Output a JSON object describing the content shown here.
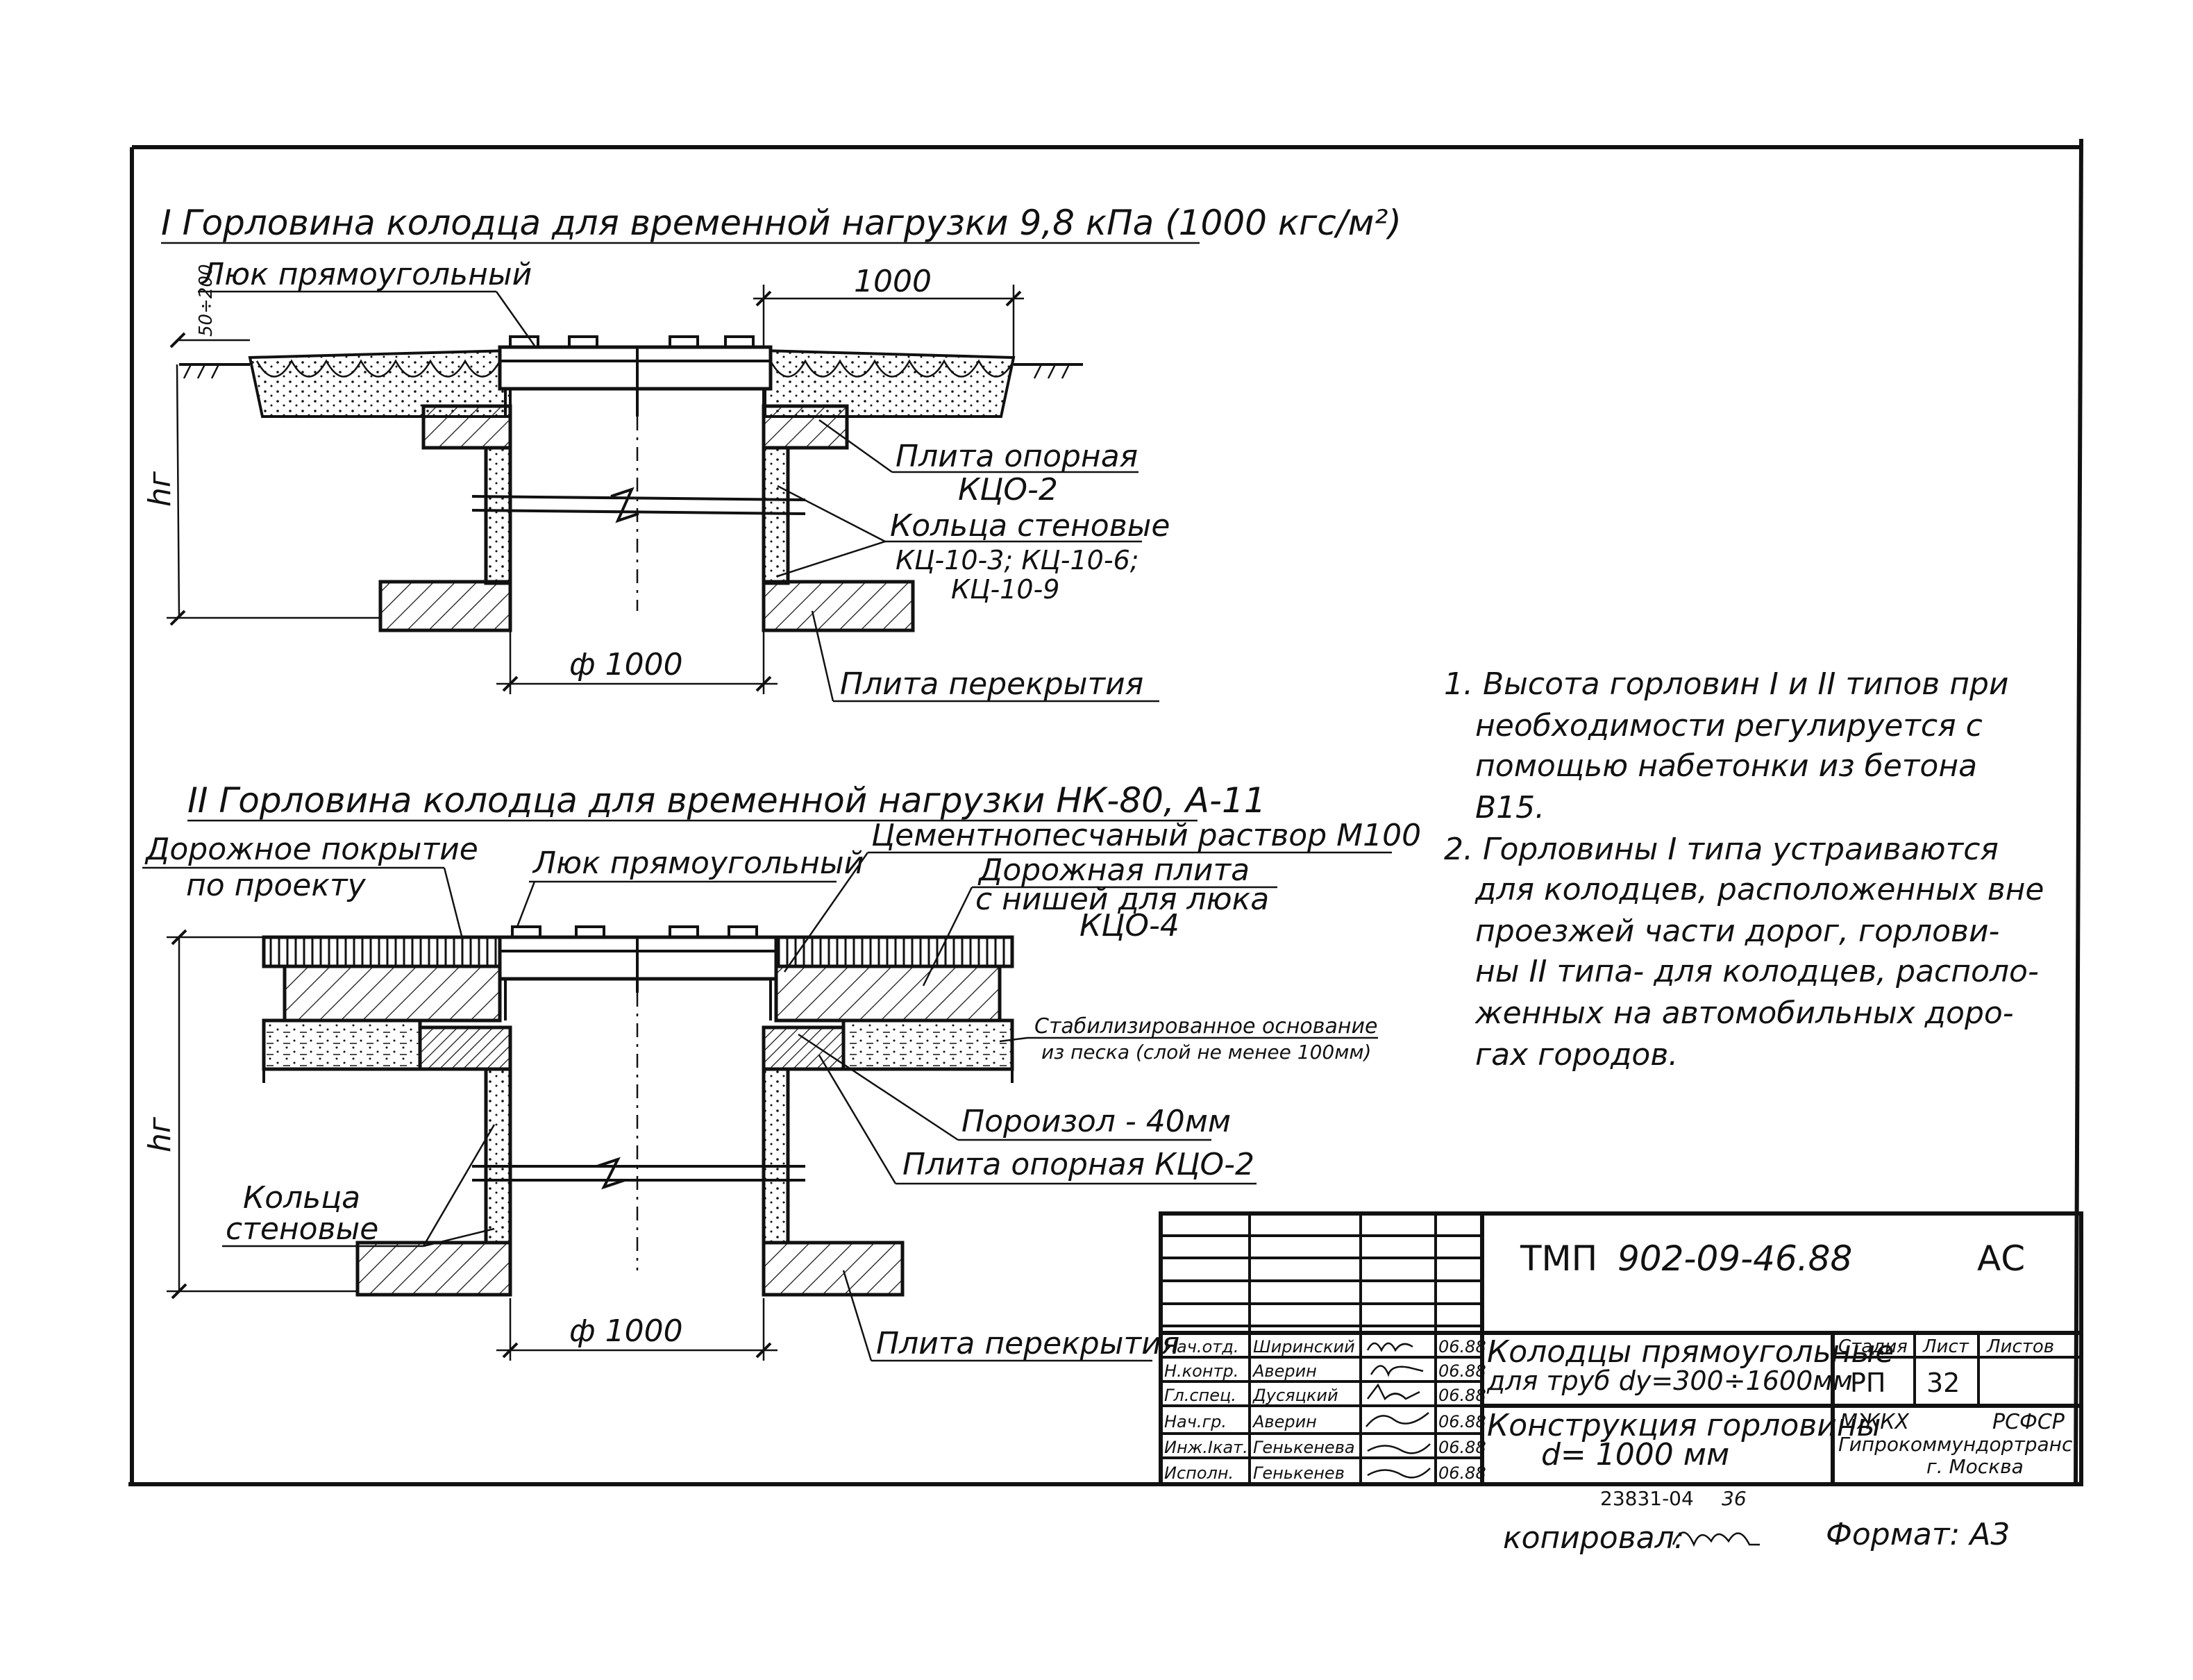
{
  "section1": {
    "title": "I Горловина колодца для временной нагрузки 9,8 кПа (1000 кгс/м²)",
    "hatch_label": "Люк прямоугольный",
    "dim_top": "1000",
    "dim_depth": "50÷200",
    "plate_support": [
      "Плита опорная",
      "КЦО-2"
    ],
    "rings": [
      "Кольца стеновые",
      "КЦ-10-3; КЦ-10-6;",
      "КЦ-10-9"
    ],
    "cover_plate": "Плита перекрытия",
    "diameter": "ф 1000",
    "height_label": "hг"
  },
  "section2": {
    "title": "II Горловина колодца для временной нагрузки НК-80, А-11",
    "road_cover": [
      "Дорожное покрытие",
      "по проекту"
    ],
    "hatch_label": "Люк прямоугольный",
    "mortar": "Цементнопесчаный раствор М100",
    "road_plate": [
      "Дорожная плита",
      "с нишей для люка",
      "КЦО-4"
    ],
    "stabilized_base": [
      "Стабилизированное основание",
      "из песка (слой не менее 100мм)"
    ],
    "porizol": "Пороизол - 40мм",
    "plate_support": "Плита опорная КЦО-2",
    "rings": [
      "Кольца",
      "стеновые"
    ],
    "cover_plate": "Плита перекрытия",
    "diameter": "ф 1000",
    "height_label": "hг"
  },
  "notes": [
    "1. Высота горловин I и II типов при",
    "необходимости регулируется с",
    "помощью набетонки из бетона",
    "В15.",
    "2. Горловины I типа устраиваются",
    "для колодцев, расположенных вне",
    "проезжей части дорог, горлови-",
    "ны II типа- для колодцев, располо-",
    "женных на автомобильных доро-",
    "гах городов."
  ],
  "title_block": {
    "code_prefix": "ТМП",
    "code": "902-09-46.88",
    "section": "АС",
    "title1": "Колодцы прямоугольные",
    "title2": "для труб dу=300÷1600мм",
    "title3": "Конструкция горловины",
    "title4": "d= 1000 мм",
    "col_stage": "Стадия",
    "col_sheet": "Лист",
    "col_sheets": "Листов",
    "stage": "РП",
    "sheet": "32",
    "sheets": "",
    "org1": "МЖКХ",
    "org2": "РСФСР",
    "org3": "Гипрокоммундортранс",
    "org4": "г. Москва",
    "signatures": [
      {
        "role": "Нач.отд.",
        "name": "Ширинский",
        "date": "06.88"
      },
      {
        "role": "Н.контр.",
        "name": "Аверин",
        "date": "06.88"
      },
      {
        "role": "Гл.спец.",
        "name": "Дусяцкий",
        "date": "06.88"
      },
      {
        "role": "Нач.гр.",
        "name": "Аверин",
        "date": "06.88"
      },
      {
        "role": "Инж.Iкат.",
        "name": "Генькенева",
        "date": "06.88"
      },
      {
        "role": "Исполн.",
        "name": "Генькенев",
        "date": "06.88"
      }
    ]
  },
  "footer": {
    "inventory": "23831-04",
    "sheet_no": "36",
    "copied": "копировал:",
    "format": "Формат: А3"
  }
}
